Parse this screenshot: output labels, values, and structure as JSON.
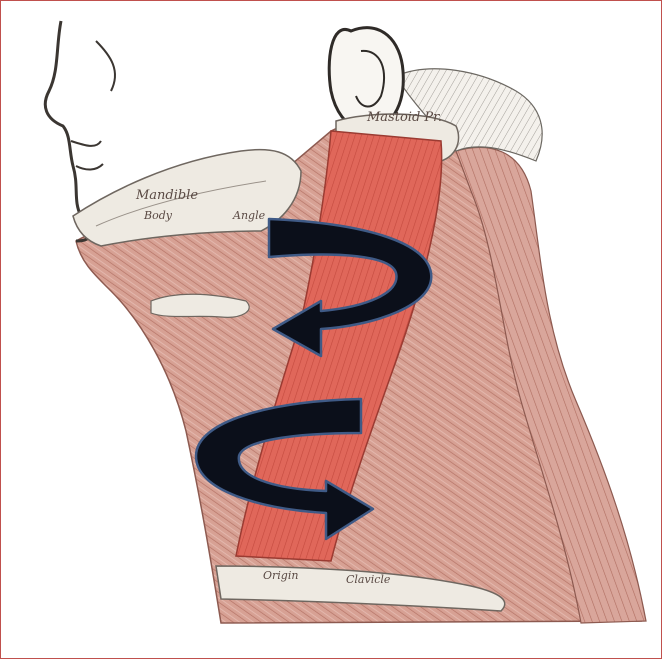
{
  "figure": {
    "labels": {
      "mastoid": "Mastoid Pr.",
      "mandible": "Mandible",
      "body": "Body",
      "angle": "Angle",
      "origin": "Origin",
      "clavicle": "Clavicle"
    },
    "colors": {
      "frame_border": "#c0504d",
      "skin_muscle": "#d9a69b",
      "muscle_highlight": "#e0675a",
      "bone": "#eeeae2",
      "arrow": "#0b0f1a",
      "arrow_outline": "#3f5a86"
    },
    "icons": {
      "top_arrow": "rotation-arrow-icon",
      "bottom_arrow": "rotation-arrow-icon"
    }
  }
}
